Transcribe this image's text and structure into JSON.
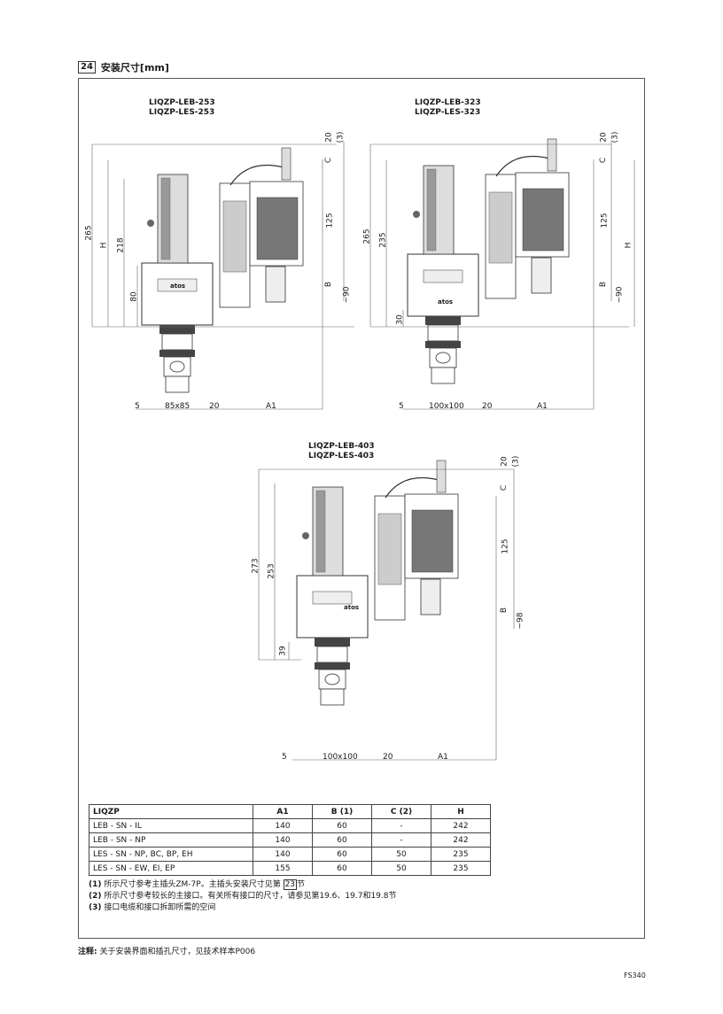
{
  "header": {
    "section_number": "24",
    "title": "安装尺寸[mm]"
  },
  "drawings": [
    {
      "models": [
        "LIQZP-LEB-253",
        "LIQZP-LES-253"
      ],
      "dims": {
        "d265": "265",
        "dH": "H",
        "d218": "218",
        "d80": "80",
        "d20": "20",
        "d3": "(3)",
        "dC": "C",
        "d125": "125",
        "dB": "B",
        "d90": "~90",
        "d5": "5",
        "dbase": "85x85",
        "d20b": "20",
        "dA1": "A1"
      }
    },
    {
      "models": [
        "LIQZP-LEB-323",
        "LIQZP-LES-323"
      ],
      "dims": {
        "d265": "265",
        "dH": "H",
        "d218": "235",
        "d80": "30",
        "d20": "20",
        "d3": "(3)",
        "dC": "C",
        "d125": "125",
        "dB": "B",
        "d90": "~90",
        "d5": "5",
        "dbase": "100x100",
        "d20b": "20",
        "dA1": "A1"
      }
    },
    {
      "models": [
        "LIQZP-LEB-403",
        "LIQZP-LES-403"
      ],
      "dims": {
        "d265": "273",
        "dH": "",
        "d218": "253",
        "d80": "39",
        "d20": "20",
        "d3": "(3)",
        "dC": "C",
        "d125": "125",
        "dB": "B",
        "d90": "~98",
        "d5": "5",
        "dbase": "100x100",
        "d20b": "20",
        "dA1": "A1"
      }
    }
  ],
  "brand_label": "atos",
  "table": {
    "headers": [
      "LIQZP",
      "A1",
      "B (1)",
      "C (2)",
      "H"
    ],
    "rows": [
      [
        "LEB - SN - IL",
        "140",
        "60",
        "-",
        "242"
      ],
      [
        "LEB - SN - NP",
        "140",
        "60",
        "-",
        "242"
      ],
      [
        "LES - SN - NP, BC, BP, EH",
        "140",
        "60",
        "50",
        "235"
      ],
      [
        "LES - SN - EW, EI, EP",
        "155",
        "60",
        "50",
        "235"
      ]
    ]
  },
  "notes": {
    "n1_prefix": "(1)",
    "n1_text": " 所示尺寸参考主插头ZM-7P。主插头安装尺寸见第 ",
    "n1_ref": "23",
    "n1_suffix": "节",
    "n2_prefix": "(2)",
    "n2_text": " 所示尺寸参考较长的主接口。有关所有接口的尺寸，请参见第19.6、19.7和19.8节",
    "n3_prefix": "(3)",
    "n3_text": " 接口电缆和接口拆卸所需的空间"
  },
  "footnote": {
    "label": "注释:",
    "text": " 关于安装界面和插孔尺寸，见技术样本P006"
  },
  "page_code": "FS340"
}
